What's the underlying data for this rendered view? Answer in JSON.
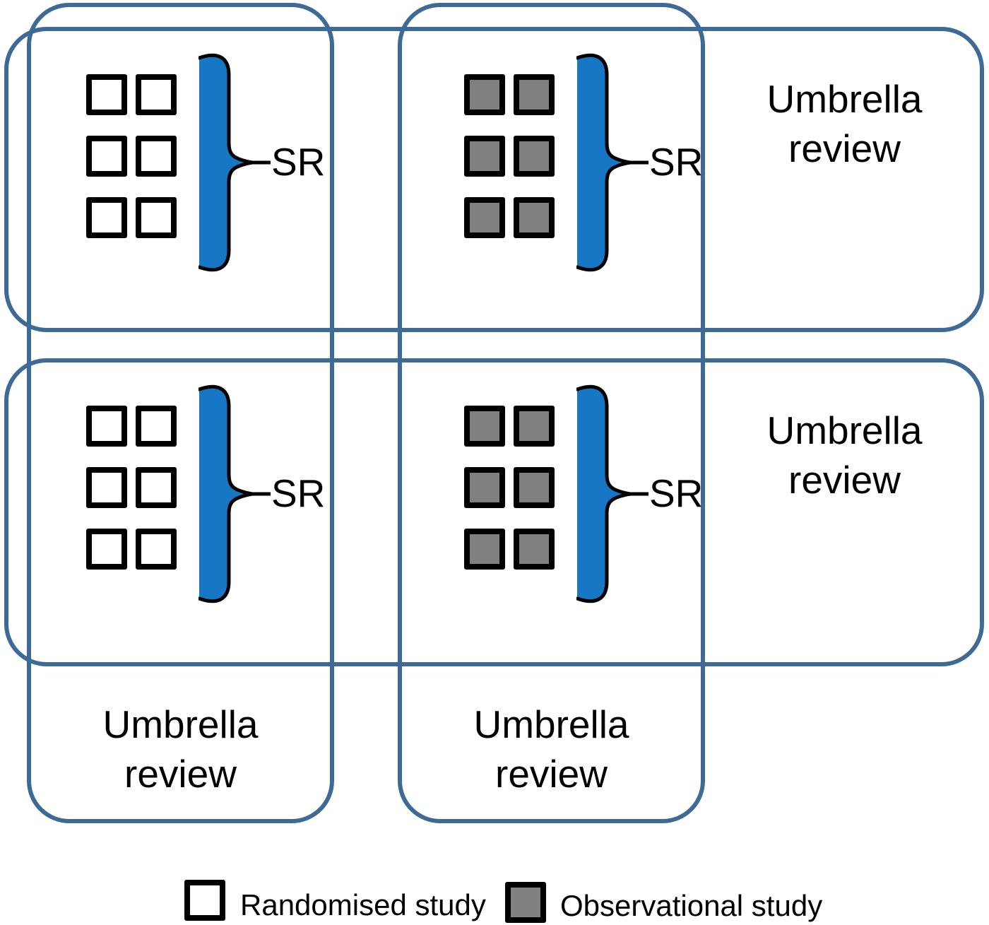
{
  "colors": {
    "box_outline": "#3E6A98",
    "sr_bar_fill": "#1777C4",
    "observational_fill": "#808080",
    "randomised_fill": "#FFFFFF",
    "square_border": "#000000",
    "text": "#000000"
  },
  "labels": {
    "sr": "SR",
    "umbrella_line1": "Umbrella",
    "umbrella_line2": "review"
  },
  "umbrella_reviews": [
    {
      "orientation": "row",
      "position": "top",
      "label": "Umbrella review"
    },
    {
      "orientation": "row",
      "position": "bottom",
      "label": "Umbrella review"
    },
    {
      "orientation": "column",
      "position": "left",
      "label": "Umbrella review"
    },
    {
      "orientation": "column",
      "position": "right",
      "label": "Umbrella review"
    }
  ],
  "quadrants": [
    {
      "position": "top-left",
      "study_type": "randomised",
      "study_count": 6,
      "sr_label": "SR"
    },
    {
      "position": "top-right",
      "study_type": "observational",
      "study_count": 6,
      "sr_label": "SR"
    },
    {
      "position": "bottom-left",
      "study_type": "randomised",
      "study_count": 6,
      "sr_label": "SR"
    },
    {
      "position": "bottom-right",
      "study_type": "observational",
      "study_count": 6,
      "sr_label": "SR"
    }
  ],
  "legend": [
    {
      "swatch": "randomised",
      "label": "Randomised study"
    },
    {
      "swatch": "observational",
      "label": "Observational study"
    }
  ]
}
